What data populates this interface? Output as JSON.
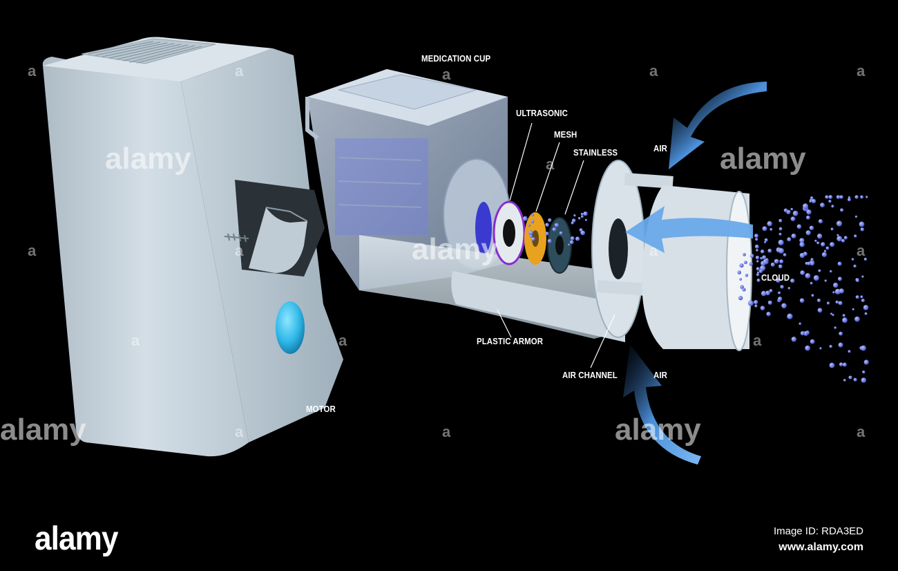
{
  "labels": {
    "medication_cup": "MEDICATION CUP",
    "ultrasonic": "ULTRASONIC",
    "mesh": "MESH",
    "stainless": "STAINLESS",
    "air_top": "AIR",
    "cloud": "CLOUD",
    "plastic_armor": "PLASTIC ARMOR",
    "air_channel": "AIR CHANNEL",
    "air_bottom": "AIR",
    "motor": "MOTOR"
  },
  "watermark": {
    "word": "alamy",
    "letter": "a"
  },
  "footer": {
    "logo": "alamy",
    "image_id": "Image ID: RDA3ED",
    "url": "www.alamy.com"
  },
  "colors": {
    "background": "#000000",
    "body": "#c9d6df",
    "button": "#2fb8e8",
    "air_arrow": "#5aa0e6",
    "ultrasonic_ring": "#8a2bd0",
    "mesh_disc": "#e8a21f",
    "stainless_disc": "#2e4d5c",
    "cloud_particle": "#5a6fe0"
  }
}
